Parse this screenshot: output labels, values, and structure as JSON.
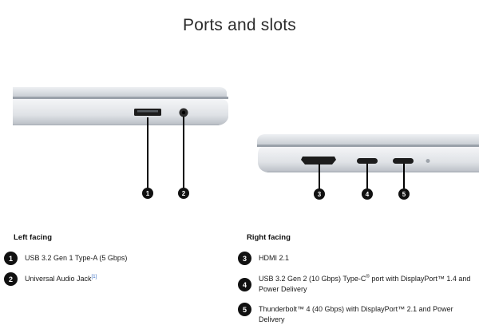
{
  "page": {
    "title": "Ports and slots"
  },
  "callouts": {
    "c1": "1",
    "c2": "2",
    "c3": "3",
    "c4": "4",
    "c5": "5"
  },
  "left_facing": {
    "heading": "Left facing",
    "items": [
      {
        "number": "1",
        "text": "USB 3.2 Gen 1 Type-A  (5 Gbps)"
      },
      {
        "number": "2",
        "text": "Universal Audio Jack",
        "footnote": "[1]"
      }
    ]
  },
  "right_facing": {
    "heading": "Right facing",
    "items": [
      {
        "number": "3",
        "text": "HDMI 2.1"
      },
      {
        "number": "4",
        "text_before": "USB 3.2 Gen 2 (10 Gbps) Type-C",
        "sup": "®",
        "text_after": " port with DisplayPort™ 1.4 and",
        "text_line2": "Power Delivery"
      },
      {
        "number": "5",
        "text": "Thunderbolt™ 4 (40 Gbps) with DisplayPort™ 2.1 and Power Delivery"
      }
    ]
  },
  "colors": {
    "chassis": "#d9dde2",
    "chassis_dark": "#b9bec5",
    "port": "#1c1c1c",
    "footnote_link": "#3b6fc4"
  }
}
